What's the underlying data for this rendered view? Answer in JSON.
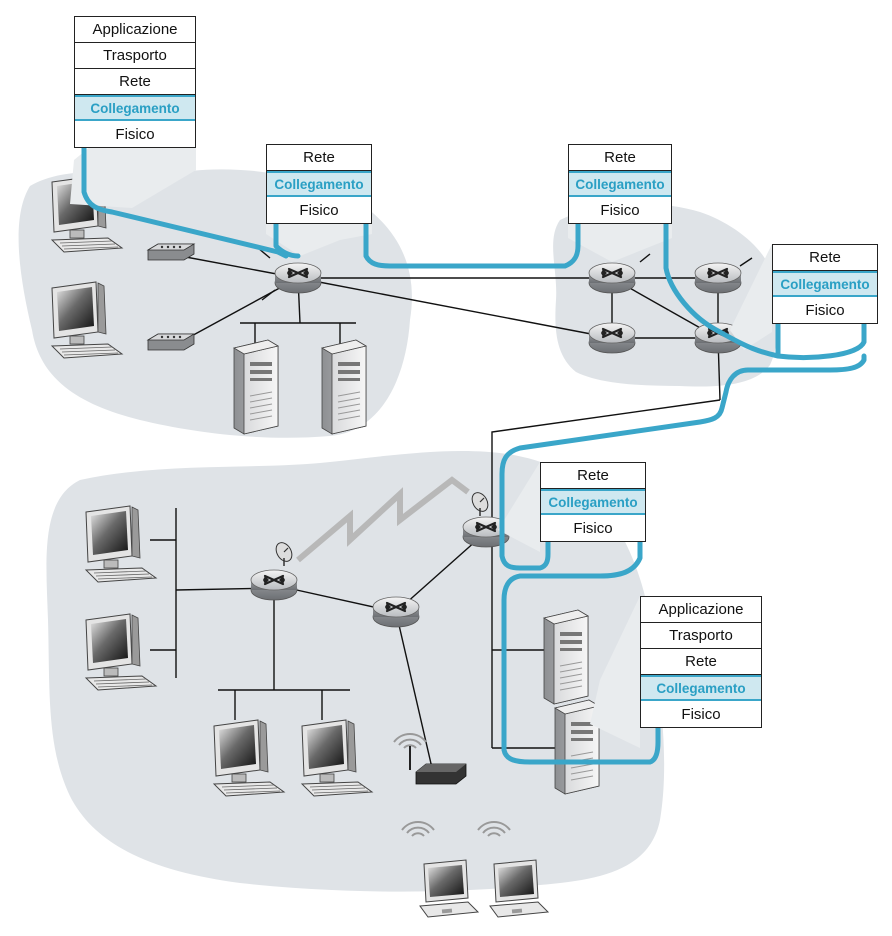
{
  "stacks": [
    {
      "layers": [
        "Applicazione",
        "Trasporto",
        "Rete",
        "Collegamento",
        "Fisico"
      ],
      "highlight": 3
    },
    {
      "layers": [
        "Rete",
        "Collegamento",
        "Fisico"
      ],
      "highlight": 1
    },
    {
      "layers": [
        "Rete",
        "Collegamento",
        "Fisico"
      ],
      "highlight": 1
    },
    {
      "layers": [
        "Rete",
        "Collegamento",
        "Fisico"
      ],
      "highlight": 1
    },
    {
      "layers": [
        "Rete",
        "Collegamento",
        "Fisico"
      ],
      "highlight": 1
    },
    {
      "layers": [
        "Applicazione",
        "Trasporto",
        "Rete",
        "Collegamento",
        "Fisico"
      ],
      "highlight": 3
    }
  ],
  "colors": {
    "path": "#3aa6c9",
    "highlight_bg": "#cfe8f0",
    "highlight_text": "#2a9fc4",
    "region": "#dfe3e7",
    "line": "#111111"
  },
  "icons": [
    "desktop-computer-icon",
    "modem-icon",
    "router-icon",
    "server-icon",
    "wireless-antenna-icon",
    "wifi-access-point-icon",
    "laptop-icon"
  ]
}
